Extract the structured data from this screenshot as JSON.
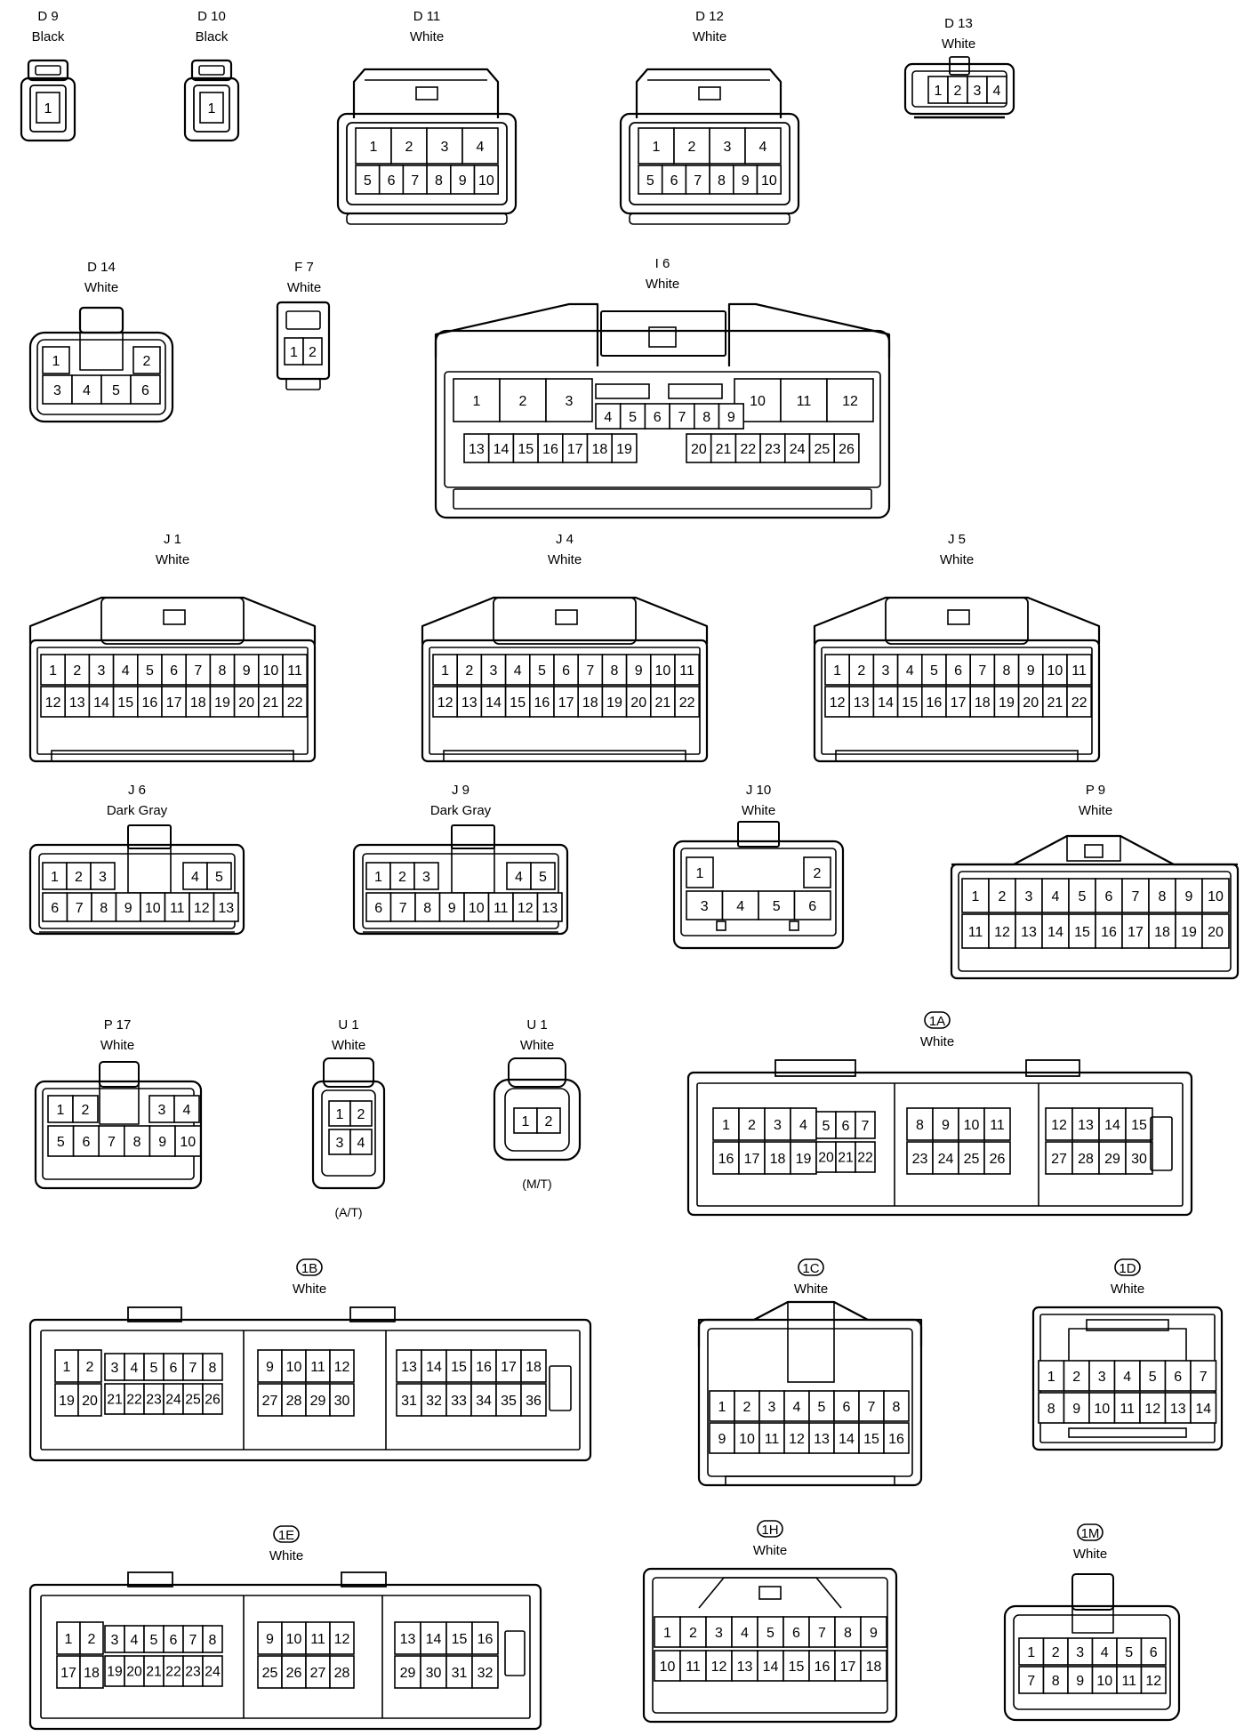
{
  "diagram": {
    "connectors": [
      {
        "id": "D 9",
        "color": "Black",
        "rows": [
          [
            "1"
          ]
        ]
      },
      {
        "id": "D 10",
        "color": "Black",
        "rows": [
          [
            "1"
          ]
        ]
      },
      {
        "id": "D 11",
        "color": "White",
        "rows": [
          [
            "1",
            "2",
            "3",
            "4"
          ],
          [
            "5",
            "6",
            "7",
            "8",
            "9",
            "10"
          ]
        ]
      },
      {
        "id": "D 12",
        "color": "White",
        "rows": [
          [
            "1",
            "2",
            "3",
            "4"
          ],
          [
            "5",
            "6",
            "7",
            "8",
            "9",
            "10"
          ]
        ]
      },
      {
        "id": "D 13",
        "color": "White",
        "rows": [
          [
            "1",
            "2",
            "3",
            "4"
          ]
        ]
      },
      {
        "id": "D 14",
        "color": "White",
        "rows": [
          [
            "1",
            "2"
          ],
          [
            "3",
            "4",
            "5",
            "6"
          ]
        ]
      },
      {
        "id": "F 7",
        "color": "White",
        "rows": [
          [
            "1",
            "2"
          ]
        ]
      },
      {
        "id": "I 6",
        "color": "White",
        "rows": [
          [
            "1",
            "2",
            "3",
            "10",
            "11",
            "12"
          ],
          [
            "4",
            "5",
            "6",
            "7",
            "8",
            "9"
          ],
          [
            "13",
            "14",
            "15",
            "16",
            "17",
            "18",
            "19",
            "20",
            "21",
            "22",
            "23",
            "24",
            "25",
            "26"
          ]
        ]
      },
      {
        "id": "J 1",
        "color": "White",
        "rows": [
          [
            "1",
            "2",
            "3",
            "4",
            "5",
            "6",
            "7",
            "8",
            "9",
            "10",
            "11"
          ],
          [
            "12",
            "13",
            "14",
            "15",
            "16",
            "17",
            "18",
            "19",
            "20",
            "21",
            "22"
          ]
        ]
      },
      {
        "id": "J 4",
        "color": "White",
        "rows": [
          [
            "1",
            "2",
            "3",
            "4",
            "5",
            "6",
            "7",
            "8",
            "9",
            "10",
            "11"
          ],
          [
            "12",
            "13",
            "14",
            "15",
            "16",
            "17",
            "18",
            "19",
            "20",
            "21",
            "22"
          ]
        ]
      },
      {
        "id": "J 5",
        "color": "White",
        "rows": [
          [
            "1",
            "2",
            "3",
            "4",
            "5",
            "6",
            "7",
            "8",
            "9",
            "10",
            "11"
          ],
          [
            "12",
            "13",
            "14",
            "15",
            "16",
            "17",
            "18",
            "19",
            "20",
            "21",
            "22"
          ]
        ]
      },
      {
        "id": "J 6",
        "color": "Dark Gray",
        "rows": [
          [
            "1",
            "2",
            "3",
            "4",
            "5"
          ],
          [
            "6",
            "7",
            "8",
            "9",
            "10",
            "11",
            "12",
            "13"
          ]
        ]
      },
      {
        "id": "J 9",
        "color": "Dark Gray",
        "rows": [
          [
            "1",
            "2",
            "3",
            "4",
            "5"
          ],
          [
            "6",
            "7",
            "8",
            "9",
            "10",
            "11",
            "12",
            "13"
          ]
        ]
      },
      {
        "id": "J 10",
        "color": "White",
        "rows": [
          [
            "1",
            "2"
          ],
          [
            "3",
            "4",
            "5",
            "6"
          ]
        ]
      },
      {
        "id": "P 9",
        "color": "White",
        "rows": [
          [
            "1",
            "2",
            "3",
            "4",
            "5",
            "6",
            "7",
            "8",
            "9",
            "10"
          ],
          [
            "11",
            "12",
            "13",
            "14",
            "15",
            "16",
            "17",
            "18",
            "19",
            "20"
          ]
        ]
      },
      {
        "id": "P 17",
        "color": "White",
        "rows": [
          [
            "1",
            "2",
            "3",
            "4"
          ],
          [
            "5",
            "6",
            "7",
            "8",
            "9",
            "10"
          ]
        ]
      },
      {
        "id": "U 1",
        "color": "White",
        "note": "(A/T)",
        "rows": [
          [
            "1",
            "2"
          ],
          [
            "3",
            "4"
          ]
        ]
      },
      {
        "id": "U 1",
        "color": "White",
        "note": "(M/T)",
        "rows": [
          [
            "1",
            "2"
          ]
        ]
      },
      {
        "id": "1A",
        "circled": true,
        "color": "White",
        "rows": [
          [
            "1",
            "2",
            "3",
            "4",
            "5",
            "6",
            "7",
            "8",
            "9",
            "10",
            "11",
            "12",
            "13",
            "14",
            "15"
          ],
          [
            "16",
            "17",
            "18",
            "19",
            "20",
            "21",
            "22",
            "23",
            "24",
            "25",
            "26",
            "27",
            "28",
            "29",
            "30"
          ]
        ]
      },
      {
        "id": "1B",
        "circled": true,
        "color": "White",
        "rows": [
          [
            "1",
            "2",
            "3",
            "4",
            "5",
            "6",
            "7",
            "8",
            "9",
            "10",
            "11",
            "12",
            "13",
            "14",
            "15",
            "16",
            "17",
            "18"
          ],
          [
            "19",
            "20",
            "21",
            "22",
            "23",
            "24",
            "25",
            "26",
            "27",
            "28",
            "29",
            "30",
            "31",
            "32",
            "33",
            "34",
            "35",
            "36"
          ]
        ]
      },
      {
        "id": "1C",
        "circled": true,
        "color": "White",
        "rows": [
          [
            "1",
            "2",
            "3",
            "4",
            "5",
            "6",
            "7",
            "8"
          ],
          [
            "9",
            "10",
            "11",
            "12",
            "13",
            "14",
            "15",
            "16"
          ]
        ]
      },
      {
        "id": "1D",
        "circled": true,
        "color": "White",
        "rows": [
          [
            "1",
            "2",
            "3",
            "4",
            "5",
            "6",
            "7"
          ],
          [
            "8",
            "9",
            "10",
            "11",
            "12",
            "13",
            "14"
          ]
        ]
      },
      {
        "id": "1E",
        "circled": true,
        "color": "White",
        "rows": [
          [
            "1",
            "2",
            "3",
            "4",
            "5",
            "6",
            "7",
            "8",
            "9",
            "10",
            "11",
            "12",
            "13",
            "14",
            "15",
            "16"
          ],
          [
            "17",
            "18",
            "19",
            "20",
            "21",
            "22",
            "23",
            "24",
            "25",
            "26",
            "27",
            "28",
            "29",
            "30",
            "31",
            "32"
          ]
        ]
      },
      {
        "id": "1H",
        "circled": true,
        "color": "White",
        "rows": [
          [
            "1",
            "2",
            "3",
            "4",
            "5",
            "6",
            "7",
            "8",
            "9"
          ],
          [
            "10",
            "11",
            "12",
            "13",
            "14",
            "15",
            "16",
            "17",
            "18"
          ]
        ]
      },
      {
        "id": "1M",
        "circled": true,
        "color": "White",
        "rows": [
          [
            "1",
            "2",
            "3",
            "4",
            "5",
            "6"
          ],
          [
            "7",
            "8",
            "9",
            "10",
            "11",
            "12"
          ]
        ]
      }
    ]
  }
}
